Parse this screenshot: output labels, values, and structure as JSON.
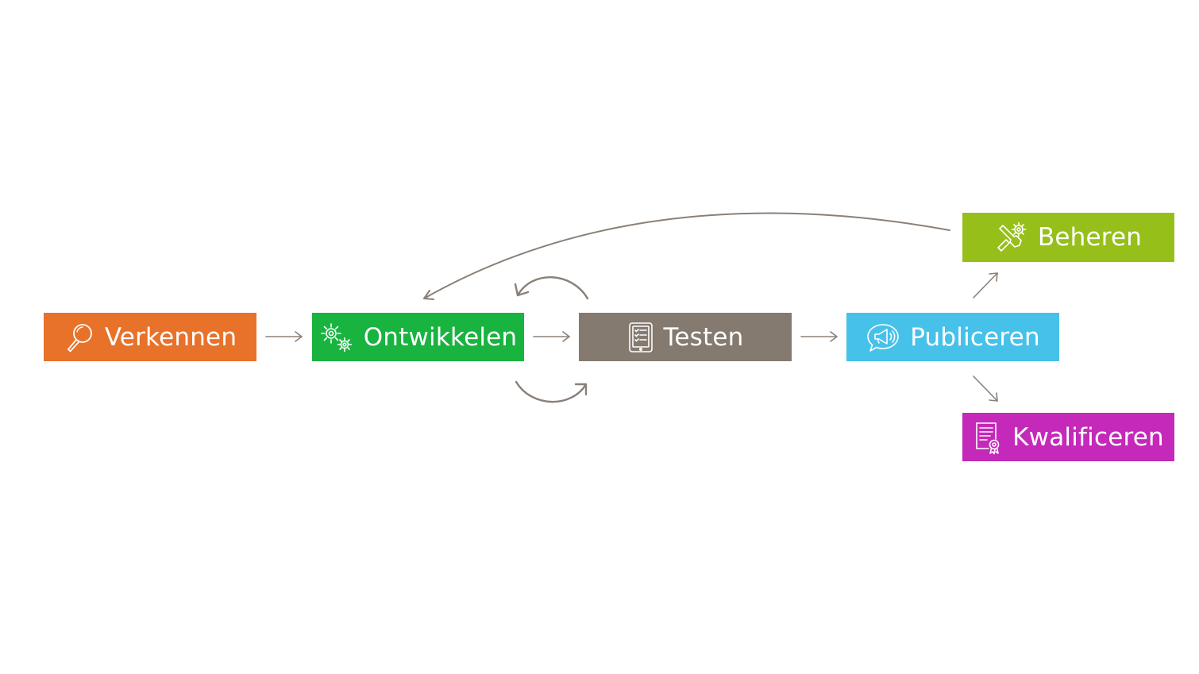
{
  "nodes": {
    "verkennen": {
      "label": "Verkennen",
      "color": "#e8722a",
      "icon": "magnifier-icon"
    },
    "ontwikkelen": {
      "label": "Ontwikkelen",
      "color": "#19b340",
      "icon": "gears-icon"
    },
    "testen": {
      "label": "Testen",
      "color": "#847a70",
      "icon": "tablet-checklist-icon"
    },
    "publiceren": {
      "label": "Publiceren",
      "color": "#46c1ea",
      "icon": "megaphone-icon"
    },
    "beheren": {
      "label": "Beheren",
      "color": "#97bf1a",
      "icon": "wrench-gear-icon"
    },
    "kwalificeren": {
      "label": "Kwalificeren",
      "color": "#c429b9",
      "icon": "certificate-icon"
    }
  },
  "connector_color": "#8a8078",
  "edges": [
    {
      "from": "verkennen",
      "to": "ontwikkelen"
    },
    {
      "from": "ontwikkelen",
      "to": "testen"
    },
    {
      "from": "testen",
      "to": "publiceren"
    },
    {
      "from": "publiceren",
      "to": "beheren"
    },
    {
      "from": "publiceren",
      "to": "kwalificeren"
    },
    {
      "from": "beheren",
      "to": "ontwikkelen"
    },
    {
      "from": "testen",
      "to": "ontwikkelen"
    },
    {
      "from": "ontwikkelen",
      "to": "testen"
    }
  ]
}
